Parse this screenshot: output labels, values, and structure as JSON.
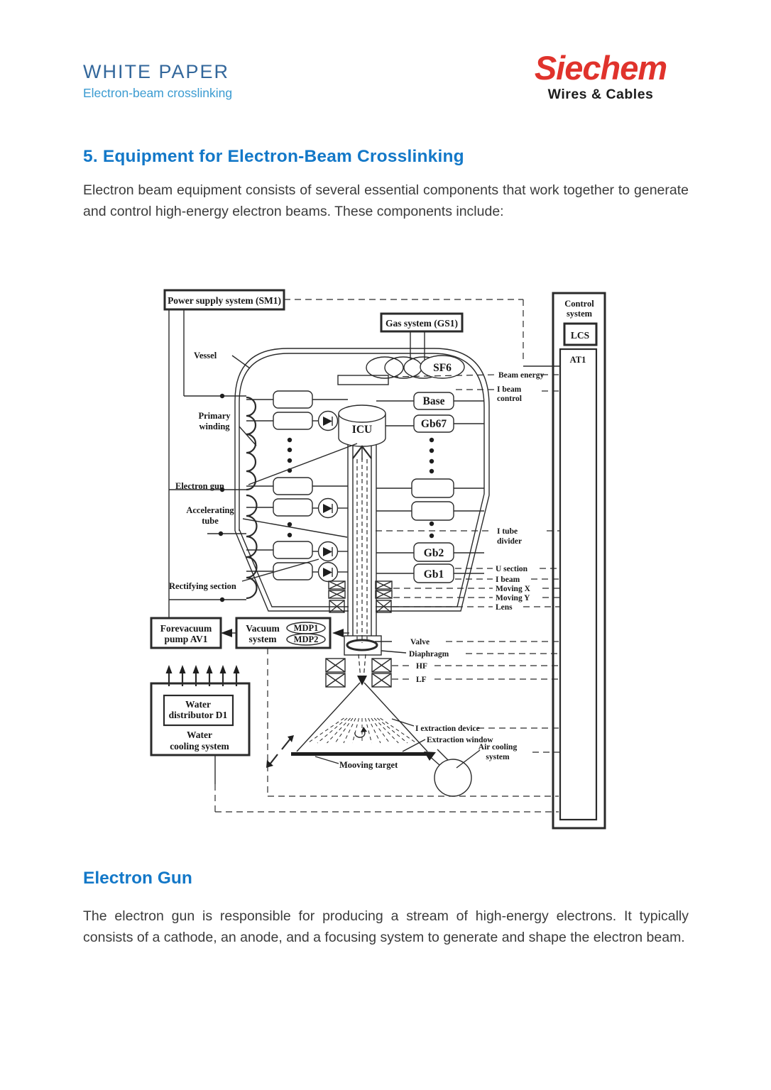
{
  "header": {
    "title": "WHITE PAPER",
    "subtitle": "Electron-beam crosslinking",
    "logo_brand": "Siechem",
    "logo_tagline": "Wires & Cables"
  },
  "section5": {
    "heading": "5. Equipment for Electron-Beam Crosslinking",
    "body": "Electron beam equipment consists of several essential components that work together to generate and control high-energy electron beams. These components include:"
  },
  "electron_gun_section": {
    "heading": "Electron Gun",
    "body": "The electron gun is responsible for producing a stream of high-energy electrons. It typically consists of a cathode, an anode, and a focusing system to generate and shape the electron beam."
  },
  "diagram": {
    "labels": {
      "power_supply": "Power supply system (SM1)",
      "gas_system": "Gas system (GS1)",
      "vessel": "Vessel",
      "sf6": "SF6",
      "base": "Base",
      "gb67": "Gb67",
      "icu": "ICU",
      "primary_winding_1": "Primary",
      "primary_winding_2": "winding",
      "electron_gun": "Electron gun",
      "accelerating_tube_1": "Accelerating",
      "accelerating_tube_2": "tube",
      "gb2": "Gb2",
      "gb1": "Gb1",
      "rectifying_section": "Rectifying section",
      "forevacuum_1": "Forevacuum",
      "forevacuum_2": "pump AV1",
      "vacuum_1": "Vacuum",
      "vacuum_2": "system",
      "mdp1": "MDP1",
      "mdp2": "MDP2",
      "water_dist_1": "Water",
      "water_dist_2": "distributor D1",
      "water_cool_1": "Water",
      "water_cool_2": "cooling system",
      "control_1": "Control",
      "control_2": "system",
      "lcs": "LCS",
      "at1": "AT1",
      "beam_energy": "Beam energy",
      "i_beam_control_1": "I beam",
      "i_beam_control_2": "control",
      "i_tube_divider_1": "I tube",
      "i_tube_divider_2": "divider",
      "u_section": "U section",
      "i_beam": "I beam",
      "moving_x": "Moving X",
      "moving_y": "Moving Y",
      "lens": "Lens",
      "valve": "Valve",
      "diaphragm": "Diaphragm",
      "hf": "HF",
      "lf": "LF",
      "i_extraction_device": "I extraction device",
      "extraction_window": "Extraction window",
      "air_cooling_1": "Air cooling",
      "air_cooling_2": "system",
      "mooving_target": "Mooving target"
    }
  },
  "colors": {
    "title_blue": "#33679b",
    "subtitle_blue": "#3b9bd1",
    "heading_blue": "#1378c8",
    "logo_red": "#e0332c",
    "body_text": "#3b3b3b",
    "diagram_ink": "#2a2a2a"
  }
}
